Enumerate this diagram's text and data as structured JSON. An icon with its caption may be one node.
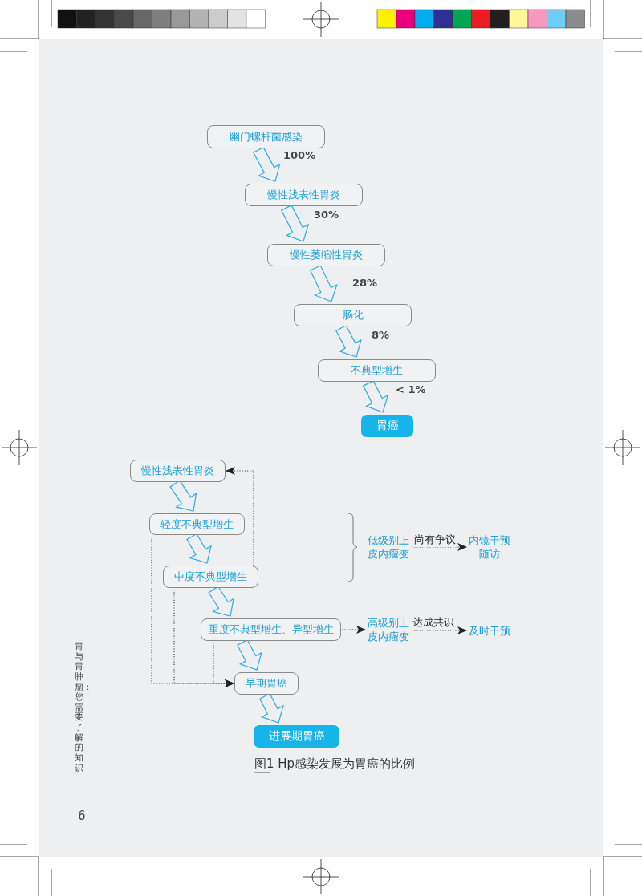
{
  "diagram": {
    "caption": "图1 Hp感染发展为胃癌的比例",
    "nodes": [
      {
        "text": [
          "幽门螺杆菌感染"
        ]
      },
      {
        "text": [
          "慢性浅表性胃炎"
        ]
      },
      {
        "text": [
          "慢性萎缩性胃炎"
        ]
      },
      {
        "text": [
          "肠化"
        ]
      },
      {
        "text": [
          "不典型增生"
        ]
      },
      {
        "text": [
          "胃癌"
        ]
      },
      {
        "text": [
          "慢性浅表性胃炎"
        ]
      },
      {
        "text": [
          "轻度不典型增生"
        ]
      },
      {
        "text": [
          "中度不典型增生"
        ]
      },
      {
        "text": [
          "重度不典型增生、异型增生"
        ]
      },
      {
        "text": [
          "早期胃癌"
        ]
      },
      {
        "text": [
          "进展期胃癌"
        ]
      },
      {
        "text": [
          "低级别上皮内瘤变"
        ]
      },
      {
        "text": [
          "内镜干预随访"
        ]
      },
      {
        "text": [
          "高级别上皮内瘤变"
        ]
      },
      {
        "text": [
          "及时干预"
        ]
      }
    ],
    "edges": [
      {
        "from": 0,
        "to": 1,
        "arrow": "to",
        "label": "100%"
      },
      {
        "from": 1,
        "to": 2,
        "arrow": "to",
        "label": "30%"
      },
      {
        "from": 2,
        "to": 3,
        "arrow": "to",
        "label": "28%"
      },
      {
        "from": 3,
        "to": 4,
        "arrow": "to",
        "label": "8%"
      },
      {
        "from": 4,
        "to": 5,
        "arrow": "to",
        "label": "< 1%"
      },
      {
        "from": 6,
        "to": 7,
        "arrow": "to"
      },
      {
        "from": 7,
        "to": 8,
        "arrow": "to"
      },
      {
        "from": 8,
        "to": 9,
        "arrow": "to"
      },
      {
        "from": 9,
        "to": 10,
        "arrow": "to"
      },
      {
        "from": 10,
        "to": 11,
        "arrow": "to"
      },
      {
        "from": 8,
        "to": 6,
        "arrow": "to",
        "style": "dashed",
        "color": "#444444"
      },
      {
        "from": 7,
        "to": 10,
        "arrow": "to",
        "style": "dashed",
        "color": "#444444"
      },
      {
        "from": 8,
        "to": 10,
        "arrow": "to",
        "style": "dashed",
        "color": "#444444"
      },
      {
        "from": 9,
        "to": 10,
        "arrow": "to",
        "style": "dashed",
        "color": "#444444"
      },
      {
        "from": 9,
        "to": 14,
        "arrow": "to",
        "style": "dashed",
        "color": "#444444"
      },
      {
        "from": 12,
        "to": 13,
        "arrow": "to",
        "label": "尚有争议",
        "style": "dashed",
        "color": "#444444"
      },
      {
        "from": 14,
        "to": 15,
        "arrow": "to",
        "label": "达成共识",
        "style": "dashed",
        "color": "#444444"
      }
    ],
    "labels": [
      "胃与胃肿瘤：您需要了解的知识",
      "6"
    ]
  }
}
